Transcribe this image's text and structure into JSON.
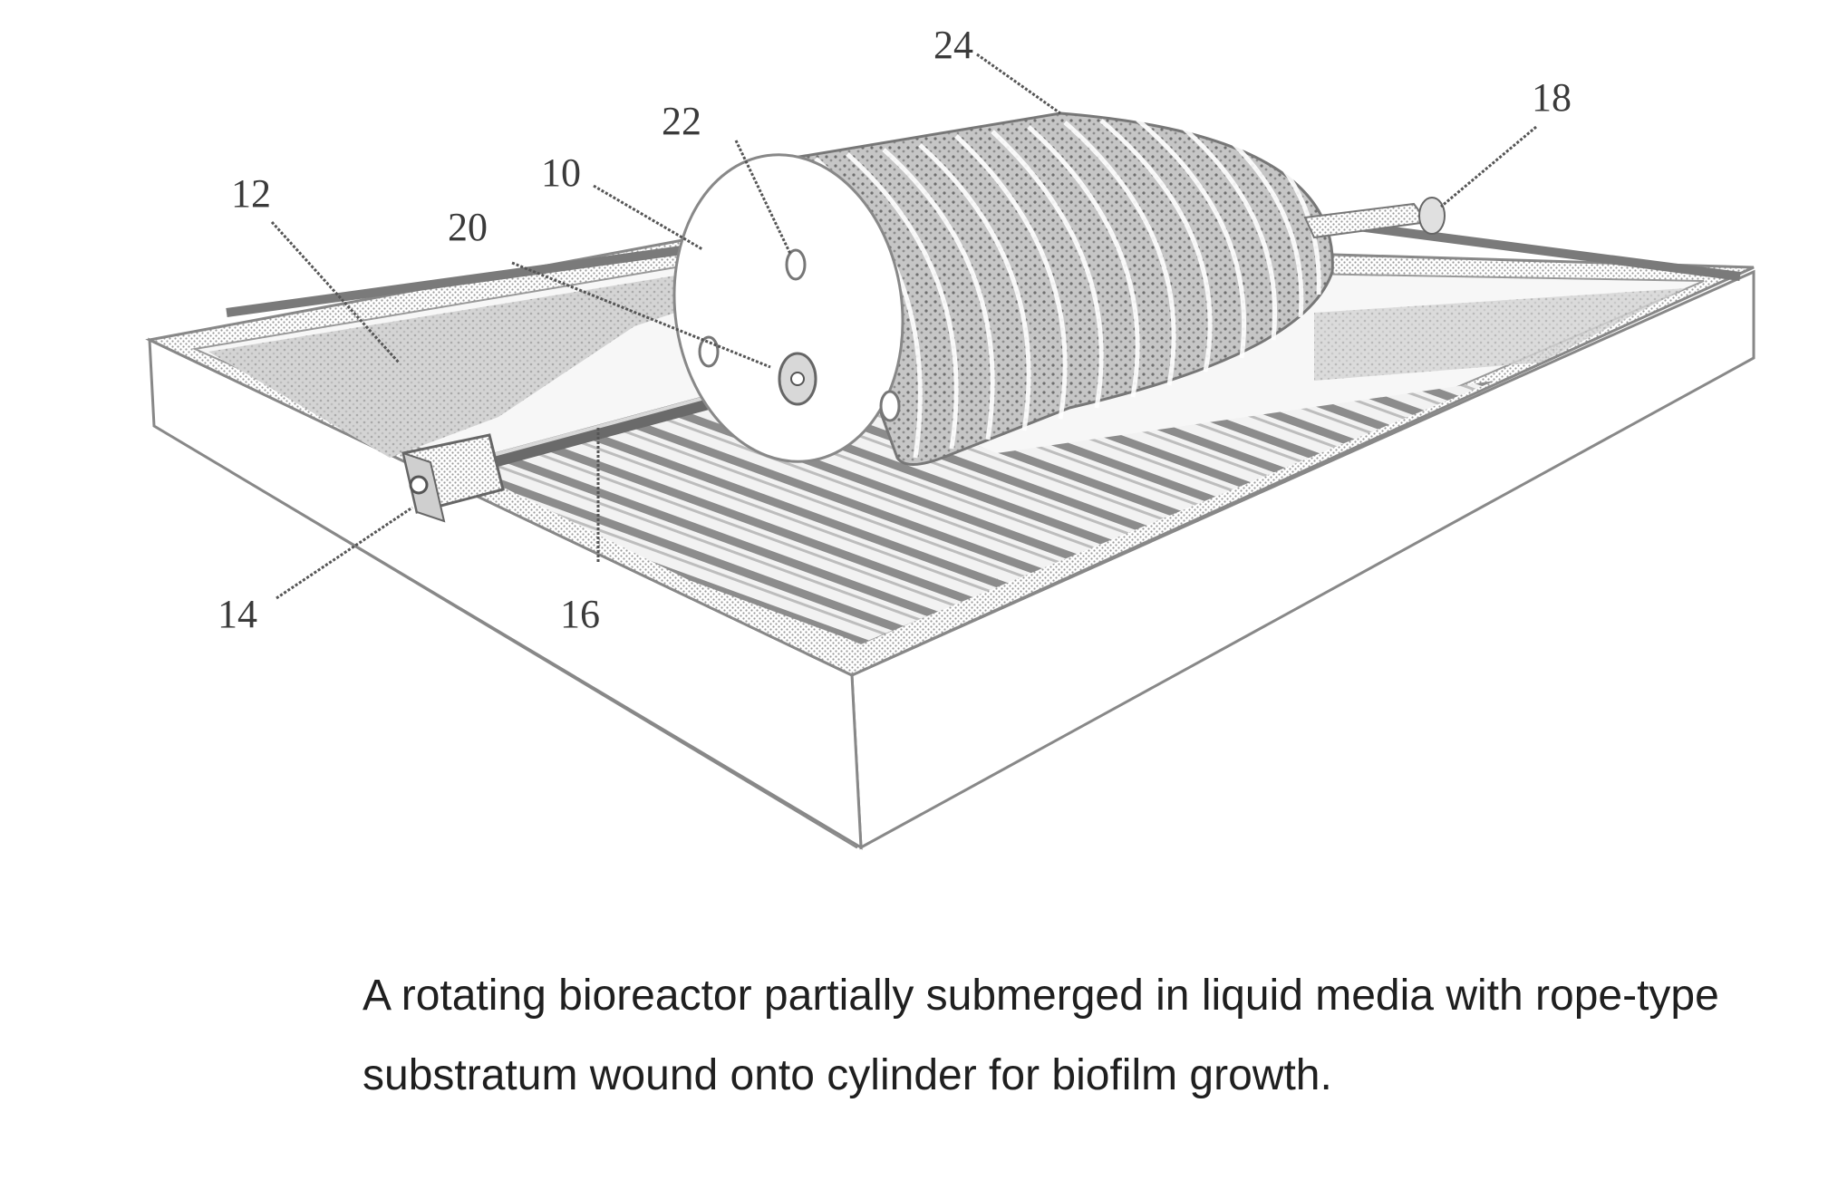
{
  "figure": {
    "labels": {
      "reactor": "10",
      "liquid_media": "12",
      "motor": "14",
      "tray_floor": "16",
      "end_support": "18",
      "shaft": "20",
      "end_plate_hole": "22",
      "rope_substratum": "24"
    }
  },
  "caption": {
    "text": "A rotating bioreactor partially submerged in liquid media with rope-type substratum wound onto cylinder for biofilm growth."
  }
}
